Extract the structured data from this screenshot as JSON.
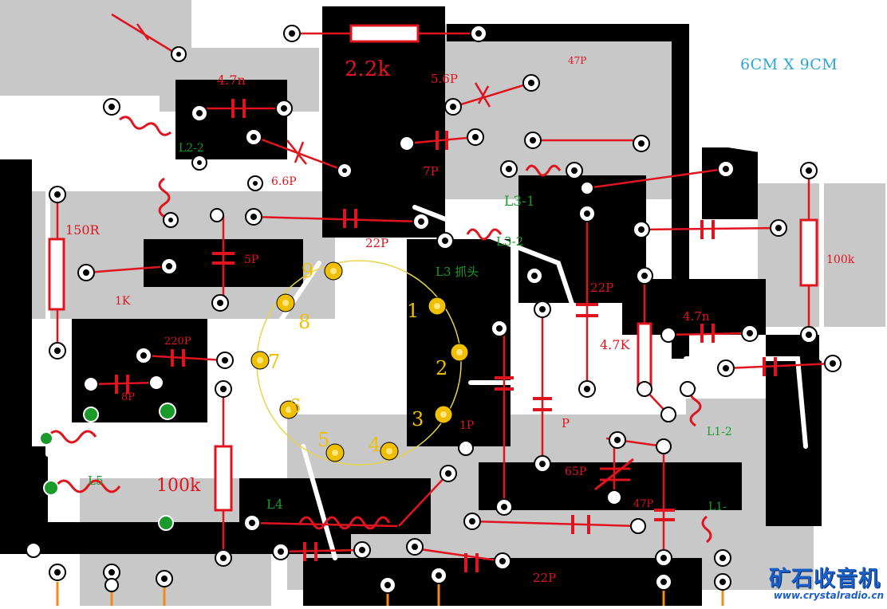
{
  "board": {
    "size_label": "6CM X 9CM"
  },
  "colors": {
    "copper": "#000000",
    "board": "#ffffff",
    "residue": "#c8c8c8",
    "component": "#e0141e",
    "coil_pin": "#1a9a2a",
    "tube_pin": "#f0c000",
    "size_label": "#2aa6d8",
    "io_lead": "#f08a1c",
    "logo": "#1a5fc8"
  },
  "resistors": [
    {
      "label": "2.2k"
    },
    {
      "label": "150R"
    },
    {
      "label": "1K"
    },
    {
      "label": "100k"
    },
    {
      "label": "4.7K"
    },
    {
      "label": "100k"
    }
  ],
  "capacitors": [
    {
      "label": "4.7n"
    },
    {
      "label": "5.6P"
    },
    {
      "label": "7P"
    },
    {
      "label": "22P"
    },
    {
      "label": "5P"
    },
    {
      "label": "220P"
    },
    {
      "label": "8P"
    },
    {
      "label": "22P"
    },
    {
      "label": "4.7n"
    },
    {
      "label": "47P"
    },
    {
      "label": "22P"
    },
    {
      "label": "65P"
    },
    {
      "label": "47P"
    },
    {
      "label": "P"
    },
    {
      "label": "6.6P"
    },
    {
      "label": "1P"
    }
  ],
  "coils": [
    {
      "label": "L2-2"
    },
    {
      "label": "L3-1"
    },
    {
      "label": "L3-2"
    },
    {
      "label": "L3 抓头"
    },
    {
      "label": "L4"
    },
    {
      "label": "L5"
    },
    {
      "label": "L1-2"
    },
    {
      "label": "L1-"
    }
  ],
  "tube_pins": [
    "1",
    "2",
    "3",
    "4",
    "5",
    "6",
    "7",
    "8",
    "9"
  ],
  "logo": {
    "text": "矿石收音机",
    "url": "www.crystalradio.cn"
  }
}
